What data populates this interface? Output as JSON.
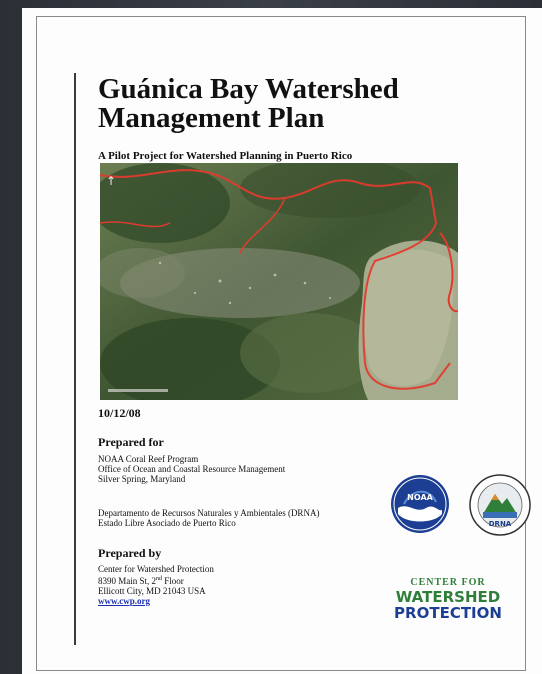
{
  "document": {
    "title": "Guánica Bay Watershed Management Plan",
    "subtitle": "A Pilot Project for Watershed Planning in Puerto Rico",
    "date": "10/12/08",
    "prepared_for_heading": "Prepared for",
    "noaa_lines": [
      "NOAA Coral Reef Program",
      "Office of Ocean and Coastal Resource Management",
      "Silver Spring, Maryland"
    ],
    "drna_lines": [
      "Departamento de Recursos Naturales y Ambientales (DRNA)",
      "Estado Libre Asociado de Puerto Rico"
    ],
    "prepared_by_heading": "Prepared by",
    "cwp_lines": [
      "Center for Watershed Protection",
      "8390 Main St, 2",
      "Ellicott City, MD 21043 USA"
    ],
    "cwp_line2_sup": "nd",
    "cwp_line2_end": " Floor",
    "cwp_url": "www.cwp.org"
  },
  "logos": {
    "noaa": {
      "text": "NOAA",
      "icon": "noaa-logo-icon"
    },
    "drna": {
      "text": "DRNA",
      "icon": "drna-logo-icon"
    },
    "cwp": {
      "line1": "CENTER FOR",
      "line2": "WATERSHED",
      "line3": "PROTECTION",
      "icon": "cwp-logo-icon"
    }
  },
  "map": {
    "icon": "aerial-map-icon",
    "boundary_color": "#e23b2e"
  }
}
